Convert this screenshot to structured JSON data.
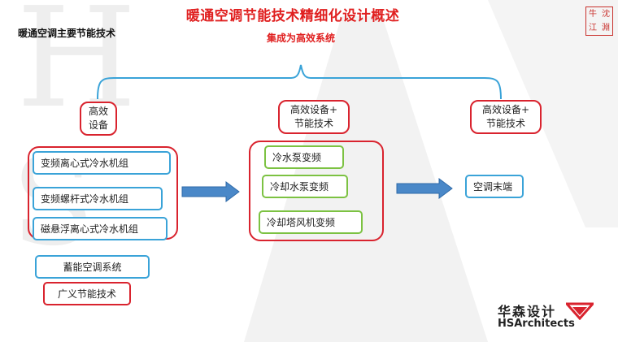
{
  "header": {
    "title": "暖通空调节能技术精细化设计概述",
    "section_title": "暖通空调主要节能技术",
    "subtitle": "集成为高效系统"
  },
  "seal": {
    "chars": [
      "牛",
      "沈",
      "江",
      "淵"
    ]
  },
  "columns": {
    "left_header": [
      "高效",
      "设备"
    ],
    "middle_header": [
      "高效设备+",
      "节能技术"
    ],
    "right_header": [
      "高效设备+",
      "节能技术"
    ]
  },
  "left_items": [
    "变频离心式冷水机组",
    "变频螺杆式冷水机组",
    "磁悬浮离心式冷水机组"
  ],
  "left_extra": {
    "storage": "蓄能空调系统",
    "general": "广义节能技术"
  },
  "middle_items": [
    "冷水泵变频",
    "冷却水泵变频",
    "冷却塔风机变频"
  ],
  "right_item": "空调末端",
  "logo": {
    "cn": "华森设计",
    "en": "HSArchitects"
  },
  "colors": {
    "red": "#d9232e",
    "green": "#7cc242",
    "blue": "#3aa3d8",
    "arrow": "#3f7fc2"
  }
}
